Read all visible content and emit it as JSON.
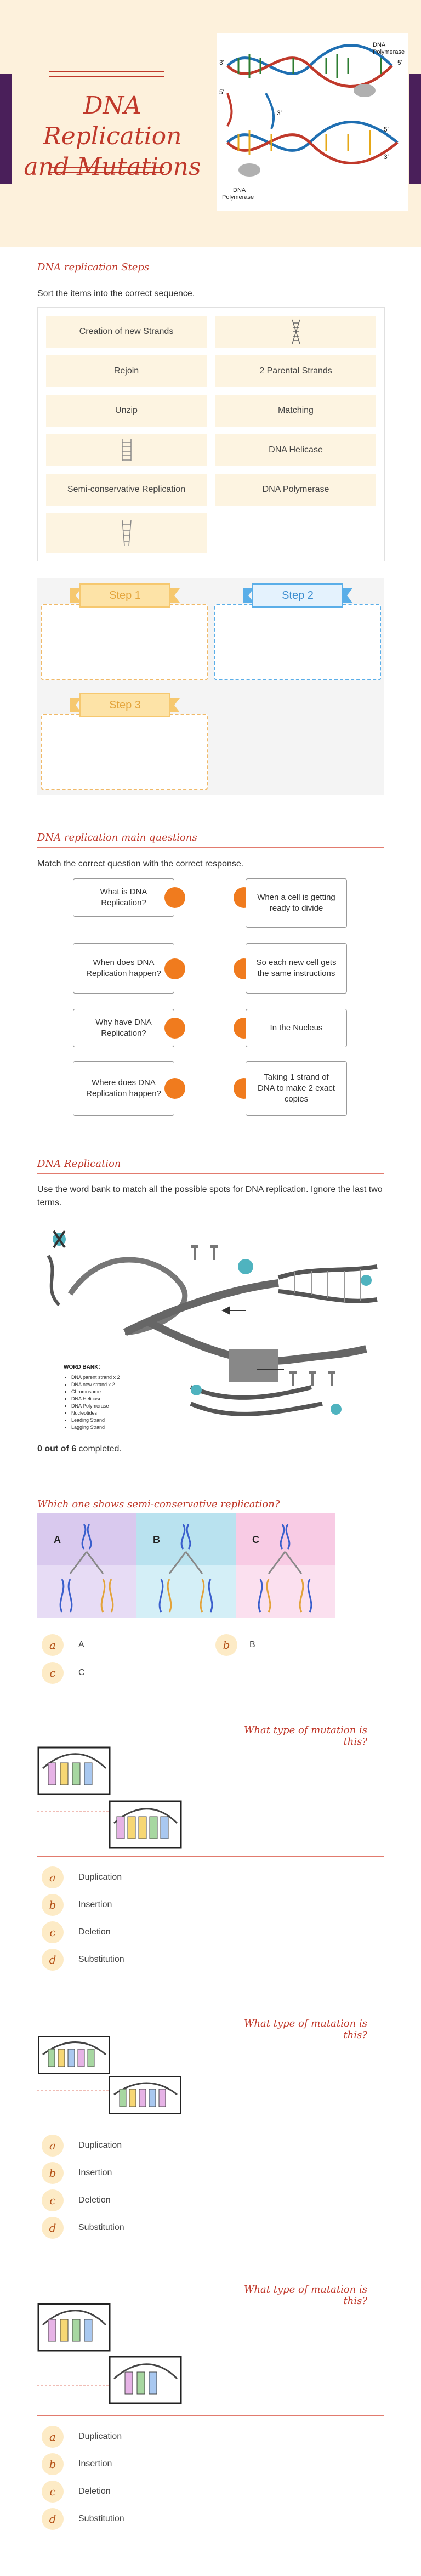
{
  "hero": {
    "title_line1": "DNA Replication",
    "title_line2": "and Mutations",
    "image_labels": {
      "polymerase_top_1": "DNA",
      "polymerase_top_2": "Polymerase",
      "three_prime_top_left": "3'",
      "five_prime_top_right": "5'",
      "five_prime_mid_left": "5'",
      "three_prime_mid": "3'",
      "five_prime_bottom_right": "5'",
      "three_prime_bottom_right": "3'",
      "polymerase_bottom_1": "DNA",
      "polymerase_bottom_2": "Polymerase"
    }
  },
  "steps_section": {
    "title": "DNA replication Steps",
    "prompt": "Sort the items into the correct sequence.",
    "items": [
      "Creation of new Strands",
      "",
      "Rejoin",
      "2 Parental Strands",
      "Unzip",
      "Matching",
      "",
      "DNA Helicase",
      "Semi-conservative Replication",
      "DNA Polymerase",
      ""
    ],
    "buckets": [
      "Step 1",
      "Step 2",
      "Step 3"
    ]
  },
  "questions_section": {
    "title": "DNA replication main questions",
    "prompt": "Match the correct question with the correct response.",
    "questions": [
      "What is DNA Replication?",
      "When does DNA Replication happen?",
      "Why have DNA Replication?",
      "Where does DNA Replication happen?"
    ],
    "answers": [
      "When a cell is getting ready to divide",
      "So each new cell gets the same instructions",
      "In the Nucleus",
      "Taking 1 strand of DNA to make 2 exact copies"
    ]
  },
  "wordbank_section": {
    "title": "DNA Replication",
    "prompt": "Use the word bank to match all the possible spots for DNA replication. Ignore the last two terms.",
    "word_bank_title": "WORD BANK:",
    "word_bank": [
      "DNA parent strand x 2",
      "DNA new strand x 2",
      "Chromosome",
      "DNA Helicase",
      "DNA Polymerase",
      "Nucleotides",
      "Leading Strand",
      "Lagging Strand"
    ],
    "completed_count": "0 out of 6",
    "completed_suffix": " completed."
  },
  "semi_section": {
    "title": "Which one shows semi-conservative replication?",
    "panels": [
      "A",
      "B",
      "C"
    ],
    "choices": [
      {
        "letter": "a",
        "label": "A"
      },
      {
        "letter": "b",
        "label": "B"
      },
      {
        "letter": "c",
        "label": "C"
      }
    ]
  },
  "mutations": [
    {
      "title": "What type of mutation is this?",
      "choices": [
        {
          "letter": "a",
          "label": "Duplication"
        },
        {
          "letter": "b",
          "label": "Insertion"
        },
        {
          "letter": "c",
          "label": "Deletion"
        },
        {
          "letter": "d",
          "label": "Substitution"
        }
      ]
    },
    {
      "title": "What type of mutation is this?",
      "choices": [
        {
          "letter": "a",
          "label": "Duplication"
        },
        {
          "letter": "b",
          "label": "Insertion"
        },
        {
          "letter": "c",
          "label": "Deletion"
        },
        {
          "letter": "d",
          "label": "Substitution"
        }
      ]
    },
    {
      "title": "What type of mutation is this?",
      "choices": [
        {
          "letter": "a",
          "label": "Duplication"
        },
        {
          "letter": "b",
          "label": "Insertion"
        },
        {
          "letter": "c",
          "label": "Deletion"
        },
        {
          "letter": "d",
          "label": "Substitution"
        }
      ]
    }
  ],
  "colors": {
    "accent_red": "#c0392b",
    "hero_bg": "#fdf1dc",
    "dot_orange": "#f07b1e",
    "item_bg": "#fdf4e1",
    "purple_bar": "#4a1f5a"
  }
}
